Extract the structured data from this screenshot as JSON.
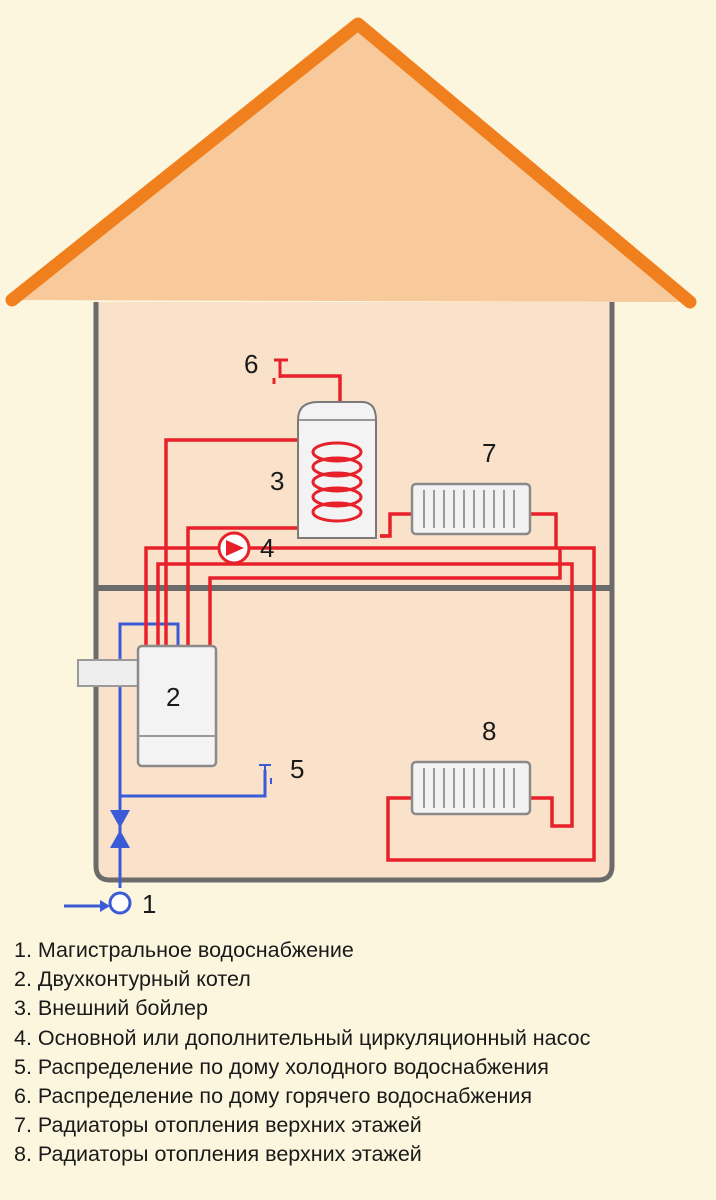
{
  "diagram": {
    "labels": {
      "n1": "1",
      "n2": "2",
      "n3": "3",
      "n4": "4",
      "n5": "5",
      "n6": "6",
      "n7": "7",
      "n8": "8"
    }
  },
  "legend": [
    "1. Магистральное водоснабжение",
    "2. Двухконтурный котел",
    "3. Внешний бойлер",
    "4. Основной или дополнительный циркуляционный насос",
    "5. Распределение по дому холодного водоснабжения",
    "6. Распределение по дому горячего водоснабжения",
    "7. Радиаторы отопления верхних этажей",
    "8. Радиаторы отопления верхних этажей"
  ],
  "colors": {
    "roof": "#f8c99a",
    "roof_edge": "#f0801e",
    "wall": "#f9e2c9",
    "house_outline": "#6b6b6b",
    "hot_pipe": "#e8202a",
    "cold_pipe": "#3b5bd6"
  }
}
